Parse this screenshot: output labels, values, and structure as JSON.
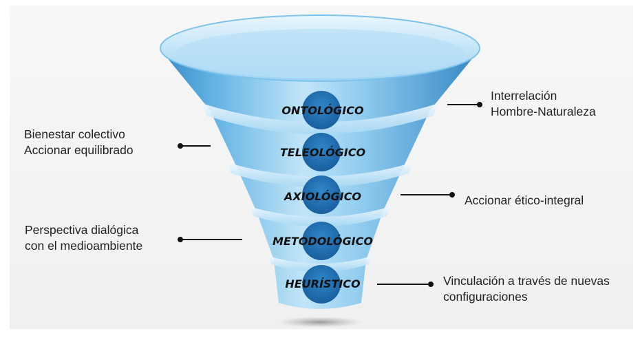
{
  "levels": [
    {
      "label": "ONTOLÓGICO"
    },
    {
      "label": "TELEOLÓGICO"
    },
    {
      "label": "AXIOLÓGICO"
    },
    {
      "label": "METODOLÓGICO"
    },
    {
      "label": "HEURÍSTICO"
    }
  ],
  "notes": {
    "ontologico": {
      "line1": "Interrelación",
      "line2": "Hombre-Naturaleza"
    },
    "teleologico": {
      "line1": "Bienestar  colectivo",
      "line2": "Accionar equilibrado"
    },
    "axiologico": {
      "line1": "Accionar ético-integral"
    },
    "metodologico": {
      "line1": "Perspectiva dialógica",
      "line2": "con el medioambiente"
    },
    "heuristico": {
      "line1": "Vinculación a través de nuevas",
      "line2": "configuraciones"
    }
  },
  "colors": {
    "funnel_light": "#cfe9f9",
    "funnel_mid": "#7cc3ec",
    "funnel_dark": "#2f8fcf",
    "circle": "#1f6fb5",
    "connector": "#111111"
  }
}
